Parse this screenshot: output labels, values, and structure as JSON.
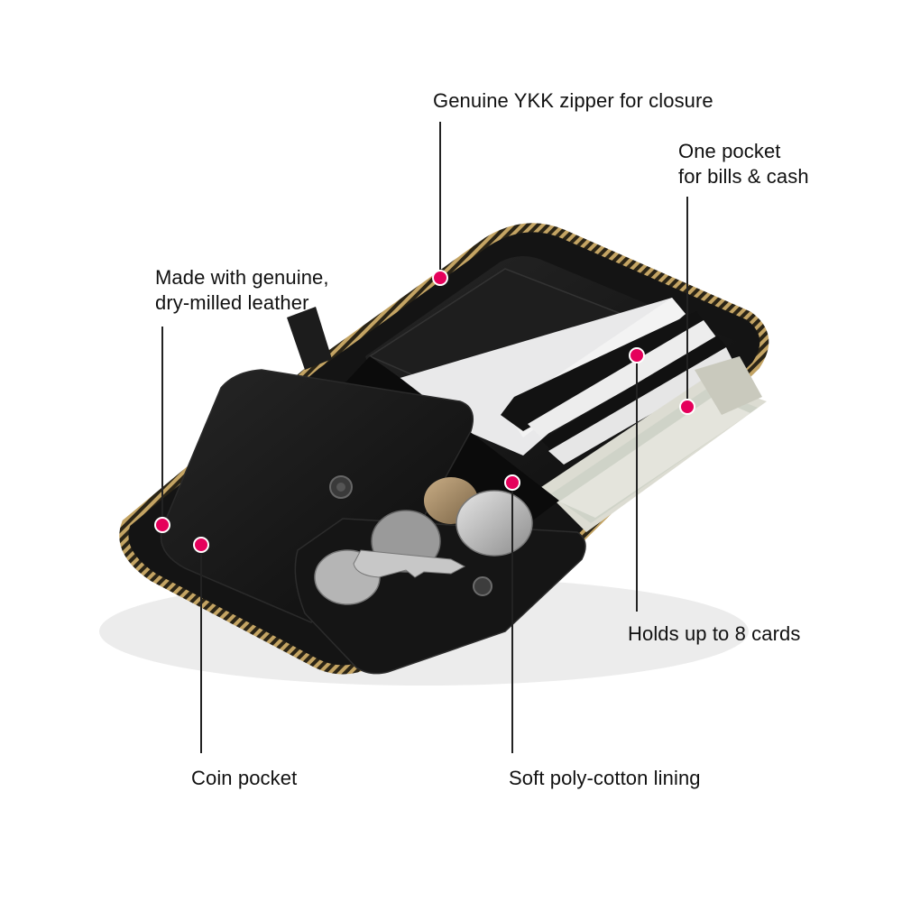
{
  "colors": {
    "background": "#ffffff",
    "text": "#111111",
    "callout_dot": "#e5005b",
    "leader_line": "#222222",
    "leather": "#161616",
    "zipper": "#b99a5a"
  },
  "callouts": {
    "zipper": {
      "text": "Genuine YKK zipper for closure"
    },
    "bills": {
      "line1": "One pocket",
      "line2": "for bills & cash"
    },
    "leather": {
      "line1": "Made with genuine,",
      "line2": "dry-milled leather"
    },
    "cards": {
      "text": "Holds up to 8 cards"
    },
    "coin_pocket": {
      "text": "Coin pocket"
    },
    "lining": {
      "text": "Soft poly-cotton lining"
    }
  },
  "product": {
    "icon": "zip-wallet-illustration"
  }
}
